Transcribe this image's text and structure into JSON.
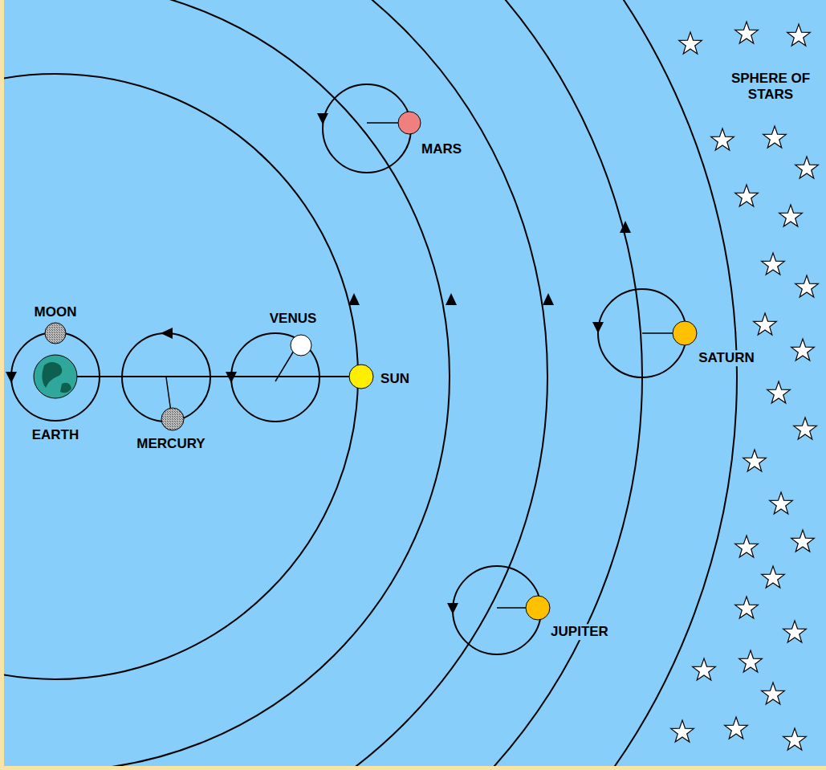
{
  "diagram": {
    "labels": [
      "MOON",
      "EARTH",
      "MERCURY",
      "VENUS",
      "SUN",
      "MARS",
      "JUPITER",
      "SATURN",
      "SPHERE OF STARS"
    ]
  }
}
